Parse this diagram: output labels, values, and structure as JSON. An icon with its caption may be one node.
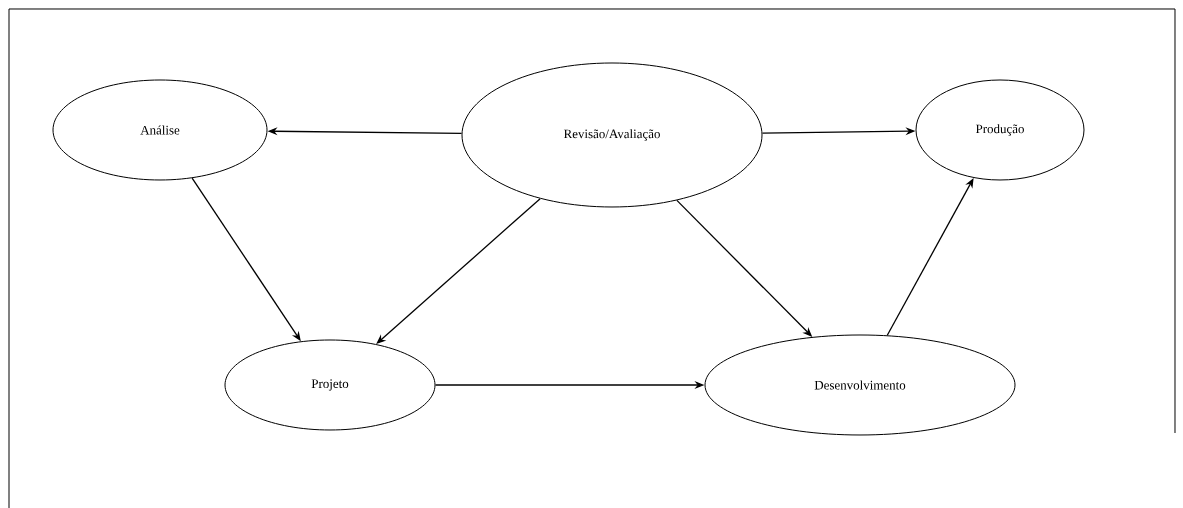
{
  "diagram": {
    "nodes": [
      {
        "text": [
          "Análise"
        ]
      },
      {
        "text": [
          "Revisão/Avaliação"
        ]
      },
      {
        "text": [
          "Produção"
        ]
      },
      {
        "text": [
          "Projeto"
        ]
      },
      {
        "text": [
          "Desenvolvimento"
        ]
      }
    ],
    "edges": [
      {
        "from": 1,
        "to": 0,
        "arrow": "to"
      },
      {
        "from": 1,
        "to": 2,
        "arrow": "to"
      },
      {
        "from": 0,
        "to": 3,
        "arrow": "to"
      },
      {
        "from": 1,
        "to": 3,
        "arrow": "to"
      },
      {
        "from": 1,
        "to": 4,
        "arrow": "to"
      },
      {
        "from": 3,
        "to": 4,
        "arrow": "to"
      },
      {
        "from": 4,
        "to": 2,
        "arrow": "to"
      }
    ]
  }
}
